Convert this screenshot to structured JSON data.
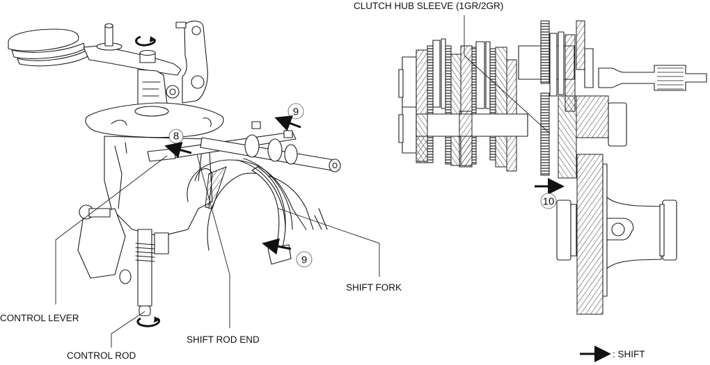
{
  "diagram": {
    "labels": {
      "clutch_hub_sleeve": "CLUTCH HUB SLEEVE (1GR/2GR)",
      "control_lever": "CONTROL LEVER",
      "control_rod": "CONTROL ROD",
      "shift_rod_end": "SHIFT ROD END",
      "shift_fork": "SHIFT FORK"
    },
    "steps": {
      "step_8": "8",
      "step_9_upper": "9",
      "step_9_lower": "9",
      "step_10": "10"
    },
    "legend": {
      "arrow_meaning": ": SHIFT"
    },
    "colors": {
      "line": "#1a1a1a",
      "background": "#ffffff"
    }
  }
}
